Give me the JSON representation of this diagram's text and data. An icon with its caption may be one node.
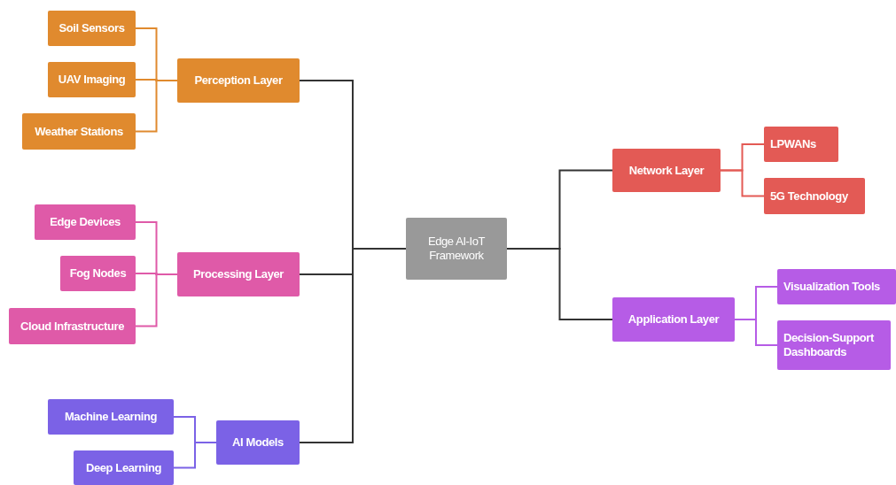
{
  "diagram": {
    "nodes": [
      {
        "text": [
          "Edge AI-IoT Framework"
        ]
      },
      {
        "text": [
          "Perception Layer"
        ]
      },
      {
        "text": [
          "Soil Sensors"
        ]
      },
      {
        "text": [
          "UAV Imaging"
        ]
      },
      {
        "text": [
          "Weather Stations"
        ]
      },
      {
        "text": [
          "Processing Layer"
        ]
      },
      {
        "text": [
          "Edge Devices"
        ]
      },
      {
        "text": [
          "Fog Nodes"
        ]
      },
      {
        "text": [
          "Cloud Infrastructure"
        ]
      },
      {
        "text": [
          "AI Models"
        ]
      },
      {
        "text": [
          "Machine Learning"
        ]
      },
      {
        "text": [
          "Deep Learning"
        ]
      },
      {
        "text": [
          "Network Layer"
        ]
      },
      {
        "text": [
          "LPWANs"
        ]
      },
      {
        "text": [
          "5G Technology"
        ]
      },
      {
        "text": [
          "Application Layer"
        ]
      },
      {
        "text": [
          "Visualization Tools"
        ]
      },
      {
        "text": [
          "Decision-Support Dashboards"
        ]
      }
    ],
    "edges": [
      {
        "from": 0,
        "to": 1,
        "arrow": "none"
      },
      {
        "from": 0,
        "to": 5,
        "arrow": "none"
      },
      {
        "from": 0,
        "to": 9,
        "arrow": "none"
      },
      {
        "from": 0,
        "to": 12,
        "arrow": "none"
      },
      {
        "from": 0,
        "to": 15,
        "arrow": "none"
      },
      {
        "from": 1,
        "to": 2,
        "arrow": "none",
        "color": "#e08a2e"
      },
      {
        "from": 1,
        "to": 3,
        "arrow": "none",
        "color": "#e08a2e"
      },
      {
        "from": 1,
        "to": 4,
        "arrow": "none",
        "color": "#e08a2e"
      },
      {
        "from": 5,
        "to": 6,
        "arrow": "none",
        "color": "#df5aa8"
      },
      {
        "from": 5,
        "to": 7,
        "arrow": "none",
        "color": "#df5aa8"
      },
      {
        "from": 5,
        "to": 8,
        "arrow": "none",
        "color": "#df5aa8"
      },
      {
        "from": 9,
        "to": 10,
        "arrow": "none",
        "color": "#7b62e6"
      },
      {
        "from": 9,
        "to": 11,
        "arrow": "none",
        "color": "#7b62e6"
      },
      {
        "from": 12,
        "to": 13,
        "arrow": "none",
        "color": "#e35a55"
      },
      {
        "from": 12,
        "to": 14,
        "arrow": "none",
        "color": "#e35a55"
      },
      {
        "from": 15,
        "to": 16,
        "arrow": "none",
        "color": "#b65ce6"
      },
      {
        "from": 15,
        "to": 17,
        "arrow": "none",
        "color": "#b65ce6"
      }
    ]
  }
}
